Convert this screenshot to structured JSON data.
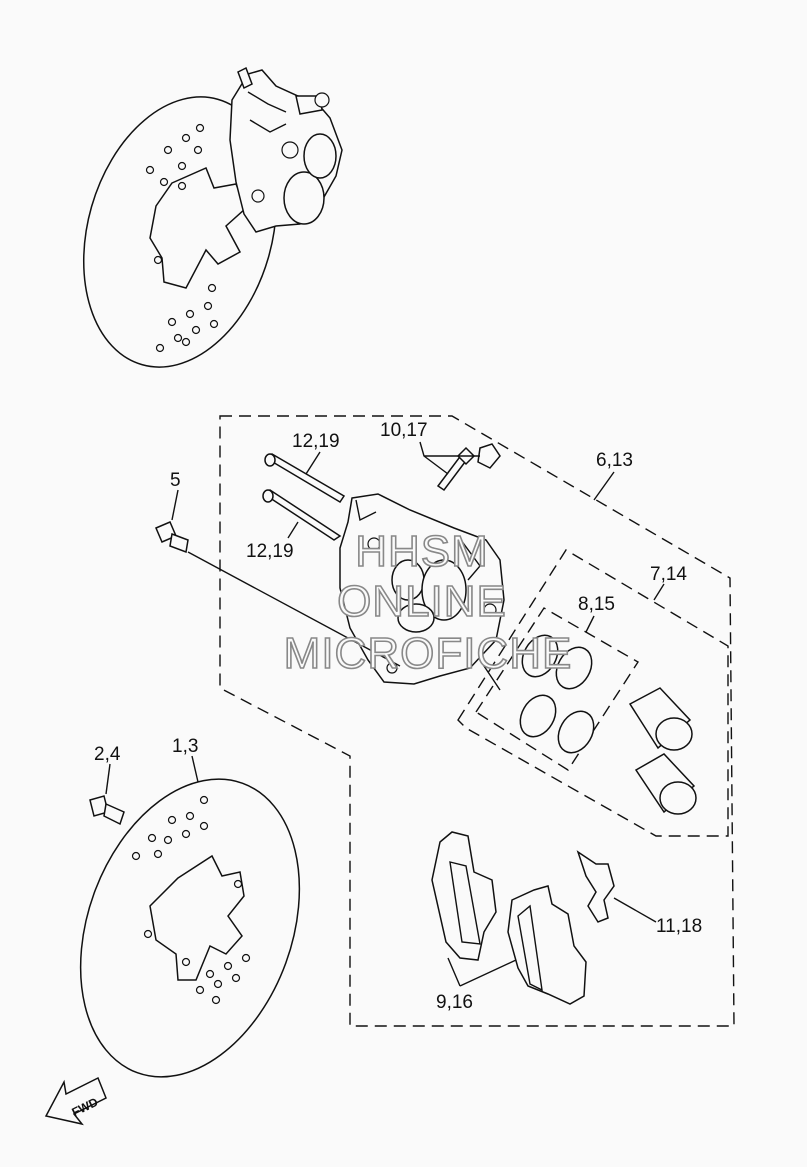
{
  "callouts": {
    "c1": "1,3",
    "c2": "2,4",
    "c5": "5",
    "c6": "6,13",
    "c7": "7,14",
    "c8": "8,15",
    "c9": "9,16",
    "c10": "10,17",
    "c11": "11,18",
    "c12a": "12,19",
    "c12b": "12,19"
  },
  "watermark": {
    "line1": "HHSM",
    "line2": "ONLINE",
    "line3": "MICROFICHE"
  },
  "direction_arrow": {
    "label": "FWD"
  }
}
